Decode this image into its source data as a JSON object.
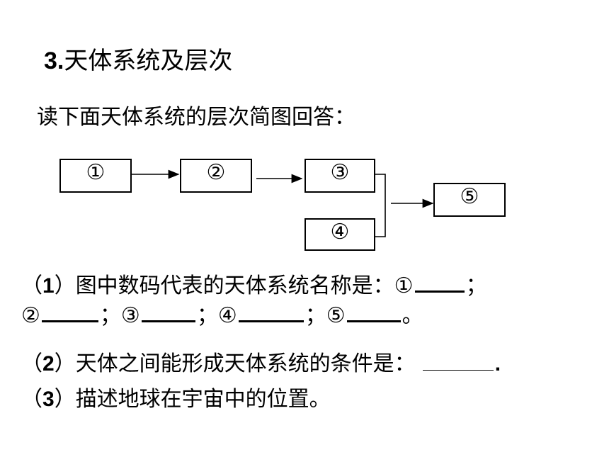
{
  "title": {
    "number": "3.",
    "text": "天体系统及层次"
  },
  "intro": "读下面天体系统的层次简图回答：",
  "diagram": {
    "boxes": [
      "①",
      "②",
      "③",
      "④",
      "⑤"
    ]
  },
  "question1": {
    "number": "1",
    "line1_text": "图中数码代表的天体系统名称是：①",
    "semicolon": "；",
    "labels": [
      "②",
      "③",
      "④",
      "⑤"
    ],
    "period": "。"
  },
  "question2": {
    "number": "2",
    "text": "天体之间能形成天体系统的条件是：",
    "end": "."
  },
  "question3": {
    "number": "3",
    "text": "描述地球在宇宙中的位置。"
  },
  "paren_open": "（",
  "paren_close": "）"
}
